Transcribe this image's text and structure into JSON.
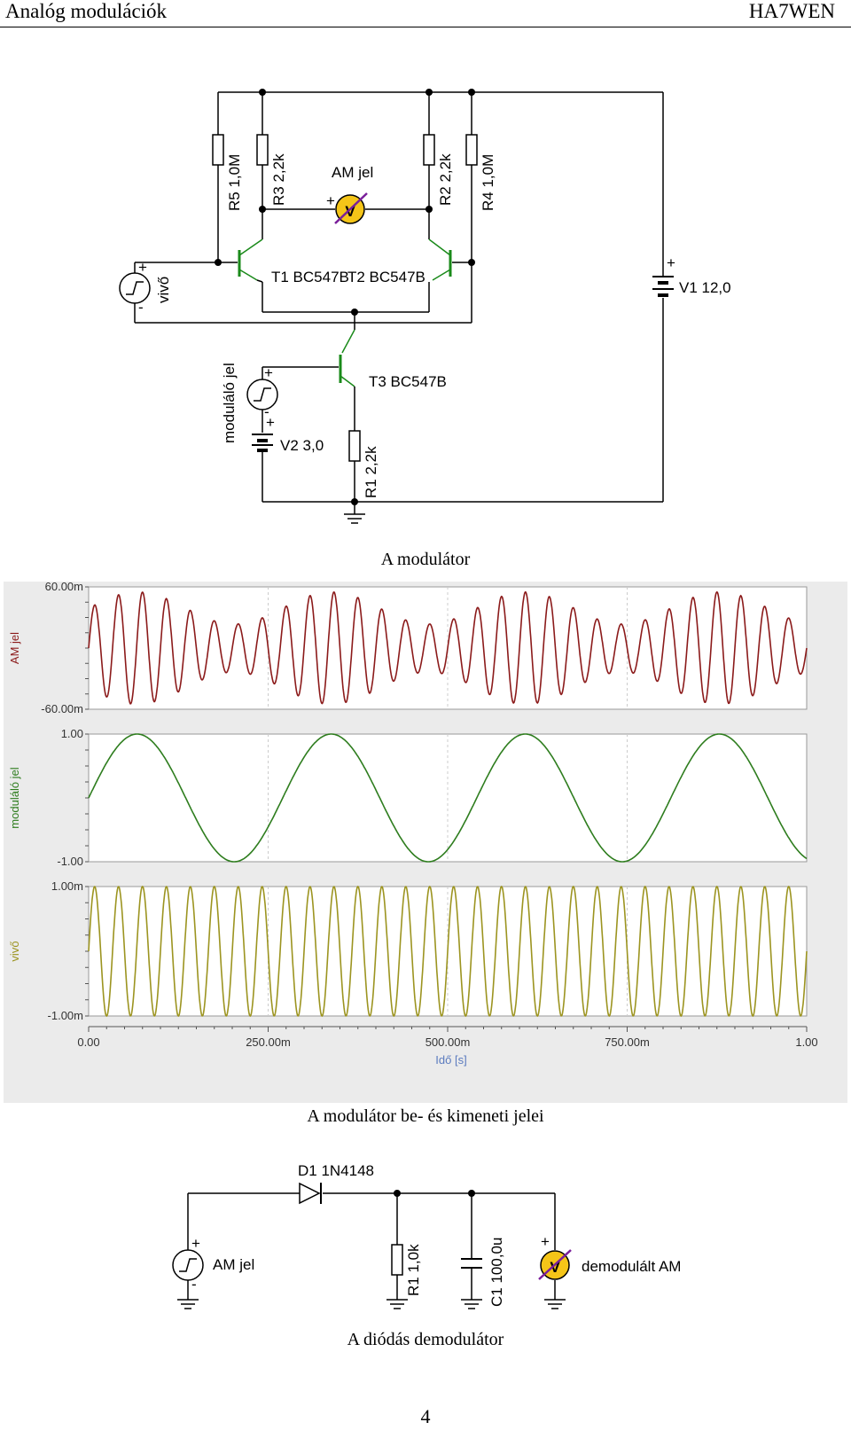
{
  "header": {
    "title": "Analóg modulációk",
    "author": "HA7WEN"
  },
  "modulator": {
    "caption": "A modulátor",
    "labels": {
      "r5": "R5 1,0M",
      "r3": "R3 2,2k",
      "r2": "R2 2,2k",
      "r4": "R4 1,0M",
      "am_meter": "AM jel",
      "t1": "T1 BC547B",
      "t2": "T2 BC547B",
      "t3": "T3 BC547B",
      "carrier": "vivő",
      "modsig": "moduláló jel",
      "v1": "V1 12,0",
      "v2": "V2 3,0",
      "r1": "R1 2,2k",
      "meter_v": "V",
      "plus": "+",
      "minus": "-"
    }
  },
  "plots": {
    "caption": "A modulátor be- és kimeneti jelei",
    "xlabel": "Idő [s]",
    "xticks": [
      "0.00",
      "250.00m",
      "500.00m",
      "750.00m",
      "1.00"
    ],
    "panels": [
      {
        "label": "AM jel",
        "ymax": "60.00m",
        "ymin": "-60.00m",
        "color": "#8b1a1a"
      },
      {
        "label": "moduláló jel",
        "ymax": "1.00",
        "ymin": "-1.00",
        "color": "#2e7d1e"
      },
      {
        "label": "vivő",
        "ymax": "1.00m",
        "ymin": "-1.00m",
        "color": "#9c9420"
      }
    ]
  },
  "chart_data": [
    {
      "type": "line",
      "title": "",
      "xlabel": "Idő [s]",
      "ylabel": "AM jel",
      "xlim": [
        0,
        1
      ],
      "ylim": [
        -0.06,
        0.06
      ],
      "series": [
        {
          "name": "AM jel",
          "carrier_hz": 30,
          "modulation_hz": 3.7,
          "amplitude": 0.055,
          "modulation_depth": 0.4
        }
      ]
    },
    {
      "type": "line",
      "title": "",
      "xlabel": "Idő [s]",
      "ylabel": "moduláló jel",
      "xlim": [
        0,
        1
      ],
      "ylim": [
        -1,
        1
      ],
      "series": [
        {
          "name": "moduláló jel",
          "frequency_hz": 3.7,
          "amplitude": 1.0
        }
      ]
    },
    {
      "type": "line",
      "title": "",
      "xlabel": "Idő [s]",
      "ylabel": "vivő",
      "xlim": [
        0,
        1
      ],
      "ylim": [
        -0.001,
        0.001
      ],
      "series": [
        {
          "name": "vivő",
          "frequency_hz": 30,
          "amplitude": 0.001
        }
      ]
    }
  ],
  "demodulator": {
    "caption": "A diódás demodulátor",
    "labels": {
      "d1": "D1 1N4148",
      "source": "AM jel",
      "r1": "R1 1,0k",
      "c1": "C1 100,0u",
      "meter": "demodulált AM",
      "meter_v": "V",
      "plus": "+",
      "minus": "-"
    }
  },
  "page_number": "4"
}
